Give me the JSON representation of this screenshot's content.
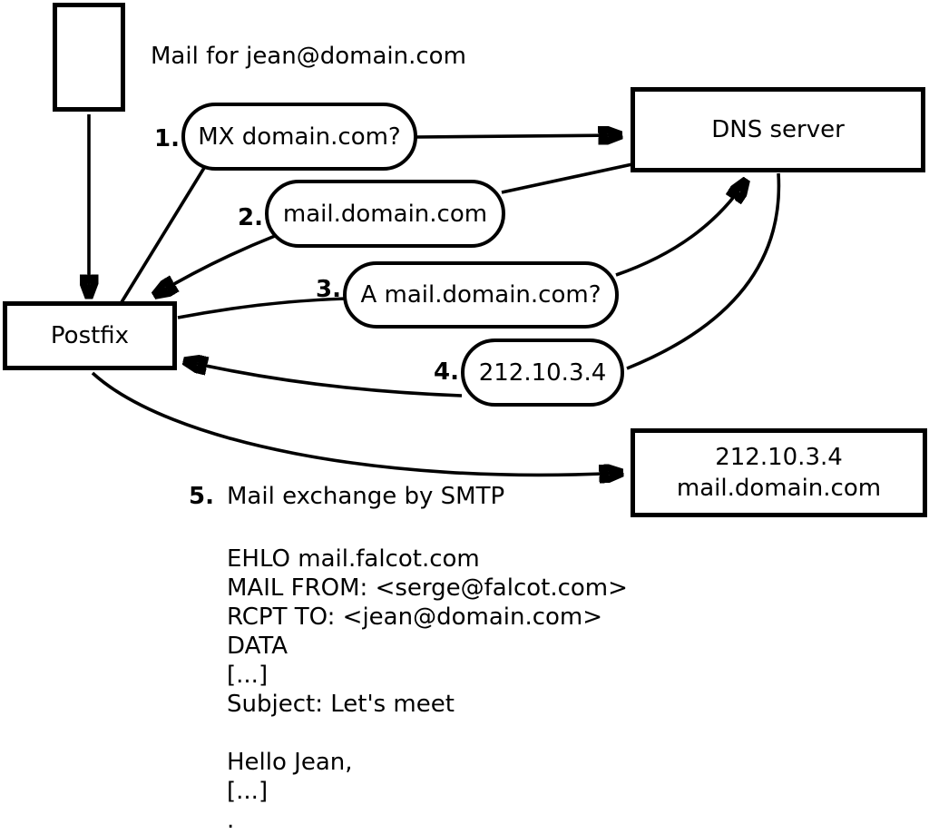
{
  "diagram": {
    "title_note": "Mail for jean@domain.com",
    "nodes": {
      "sender_message": "",
      "postfix": "Postfix",
      "dns_server": "DNS server",
      "destination_line1": "212.10.3.4",
      "destination_line2": "mail.domain.com"
    },
    "steps": [
      {
        "num": "1.",
        "label": "MX domain.com?"
      },
      {
        "num": "2.",
        "label": "mail.domain.com"
      },
      {
        "num": "3.",
        "label": "A mail.domain.com?"
      },
      {
        "num": "4.",
        "label": "212.10.3.4"
      },
      {
        "num": "5.",
        "label": "Mail exchange by SMTP"
      }
    ],
    "smtp_session": [
      "EHLO mail.falcot.com",
      "MAIL FROM: <serge@falcot.com>",
      "RCPT TO: <jean@domain.com>",
      "DATA",
      "[...]",
      "Subject: Let's meet",
      "",
      "Hello Jean,",
      "[...]",
      "."
    ],
    "colors": {
      "stroke": "#000000",
      "background": "#ffffff"
    }
  }
}
